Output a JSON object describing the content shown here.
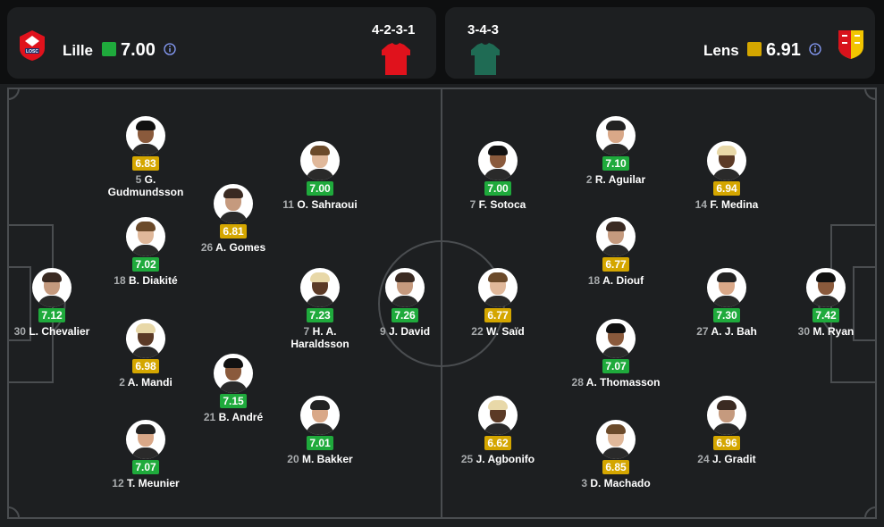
{
  "home": {
    "name": "Lille",
    "rating": "7.00",
    "rating_color": "#1faa3c",
    "formation": "4-2-3-1",
    "kit_color": "#e0121c",
    "crest": "lille-crest-icon"
  },
  "away": {
    "name": "Lens",
    "rating": "6.91",
    "rating_color": "#d4a600",
    "formation": "3-4-3",
    "kit_color": "#1f6b54",
    "crest": "lens-crest-icon"
  },
  "colors": {
    "good": "#1faa3c",
    "average": "#d4a600"
  },
  "players": [
    {
      "team": "home",
      "number": "30",
      "name": "L. Chevalier",
      "rating": "7.12",
      "tier": "green"
    },
    {
      "team": "home",
      "number": "5",
      "name": "G. Gudmundsson",
      "rating": "6.83",
      "tier": "yellow"
    },
    {
      "team": "home",
      "number": "18",
      "name": "B. Diakité",
      "rating": "7.02",
      "tier": "green"
    },
    {
      "team": "home",
      "number": "2",
      "name": "A. Mandi",
      "rating": "6.98",
      "tier": "yellow"
    },
    {
      "team": "home",
      "number": "12",
      "name": "T. Meunier",
      "rating": "7.07",
      "tier": "green"
    },
    {
      "team": "home",
      "number": "26",
      "name": "A. Gomes",
      "rating": "6.81",
      "tier": "yellow"
    },
    {
      "team": "home",
      "number": "21",
      "name": "B. André",
      "rating": "7.15",
      "tier": "green"
    },
    {
      "team": "home",
      "number": "11",
      "name": "O. Sahraoui",
      "rating": "7.00",
      "tier": "green"
    },
    {
      "team": "home",
      "number": "7",
      "name": "H. A. Haraldsson",
      "rating": "7.23",
      "tier": "green"
    },
    {
      "team": "home",
      "number": "20",
      "name": "M. Bakker",
      "rating": "7.01",
      "tier": "green"
    },
    {
      "team": "home",
      "number": "9",
      "name": "J. David",
      "rating": "7.26",
      "tier": "green"
    },
    {
      "team": "away",
      "number": "7",
      "name": "F. Sotoca",
      "rating": "7.00",
      "tier": "green"
    },
    {
      "team": "away",
      "number": "22",
      "name": "W. Saïd",
      "rating": "6.77",
      "tier": "yellow"
    },
    {
      "team": "away",
      "number": "25",
      "name": "J. Agbonifo",
      "rating": "6.62",
      "tier": "yellow"
    },
    {
      "team": "away",
      "number": "2",
      "name": "R. Aguilar",
      "rating": "7.10",
      "tier": "green"
    },
    {
      "team": "away",
      "number": "18",
      "name": "A. Diouf",
      "rating": "6.77",
      "tier": "yellow"
    },
    {
      "team": "away",
      "number": "28",
      "name": "A. Thomasson",
      "rating": "7.07",
      "tier": "green"
    },
    {
      "team": "away",
      "number": "3",
      "name": "D. Machado",
      "rating": "6.85",
      "tier": "yellow"
    },
    {
      "team": "away",
      "number": "14",
      "name": "F. Medina",
      "rating": "6.94",
      "tier": "yellow"
    },
    {
      "team": "away",
      "number": "27",
      "name": "A. J. Bah",
      "rating": "7.30",
      "tier": "green"
    },
    {
      "team": "away",
      "number": "24",
      "name": "J. Gradit",
      "rating": "6.96",
      "tier": "yellow"
    },
    {
      "team": "away",
      "number": "30",
      "name": "M. Ryan",
      "rating": "7.42",
      "tier": "green"
    }
  ]
}
